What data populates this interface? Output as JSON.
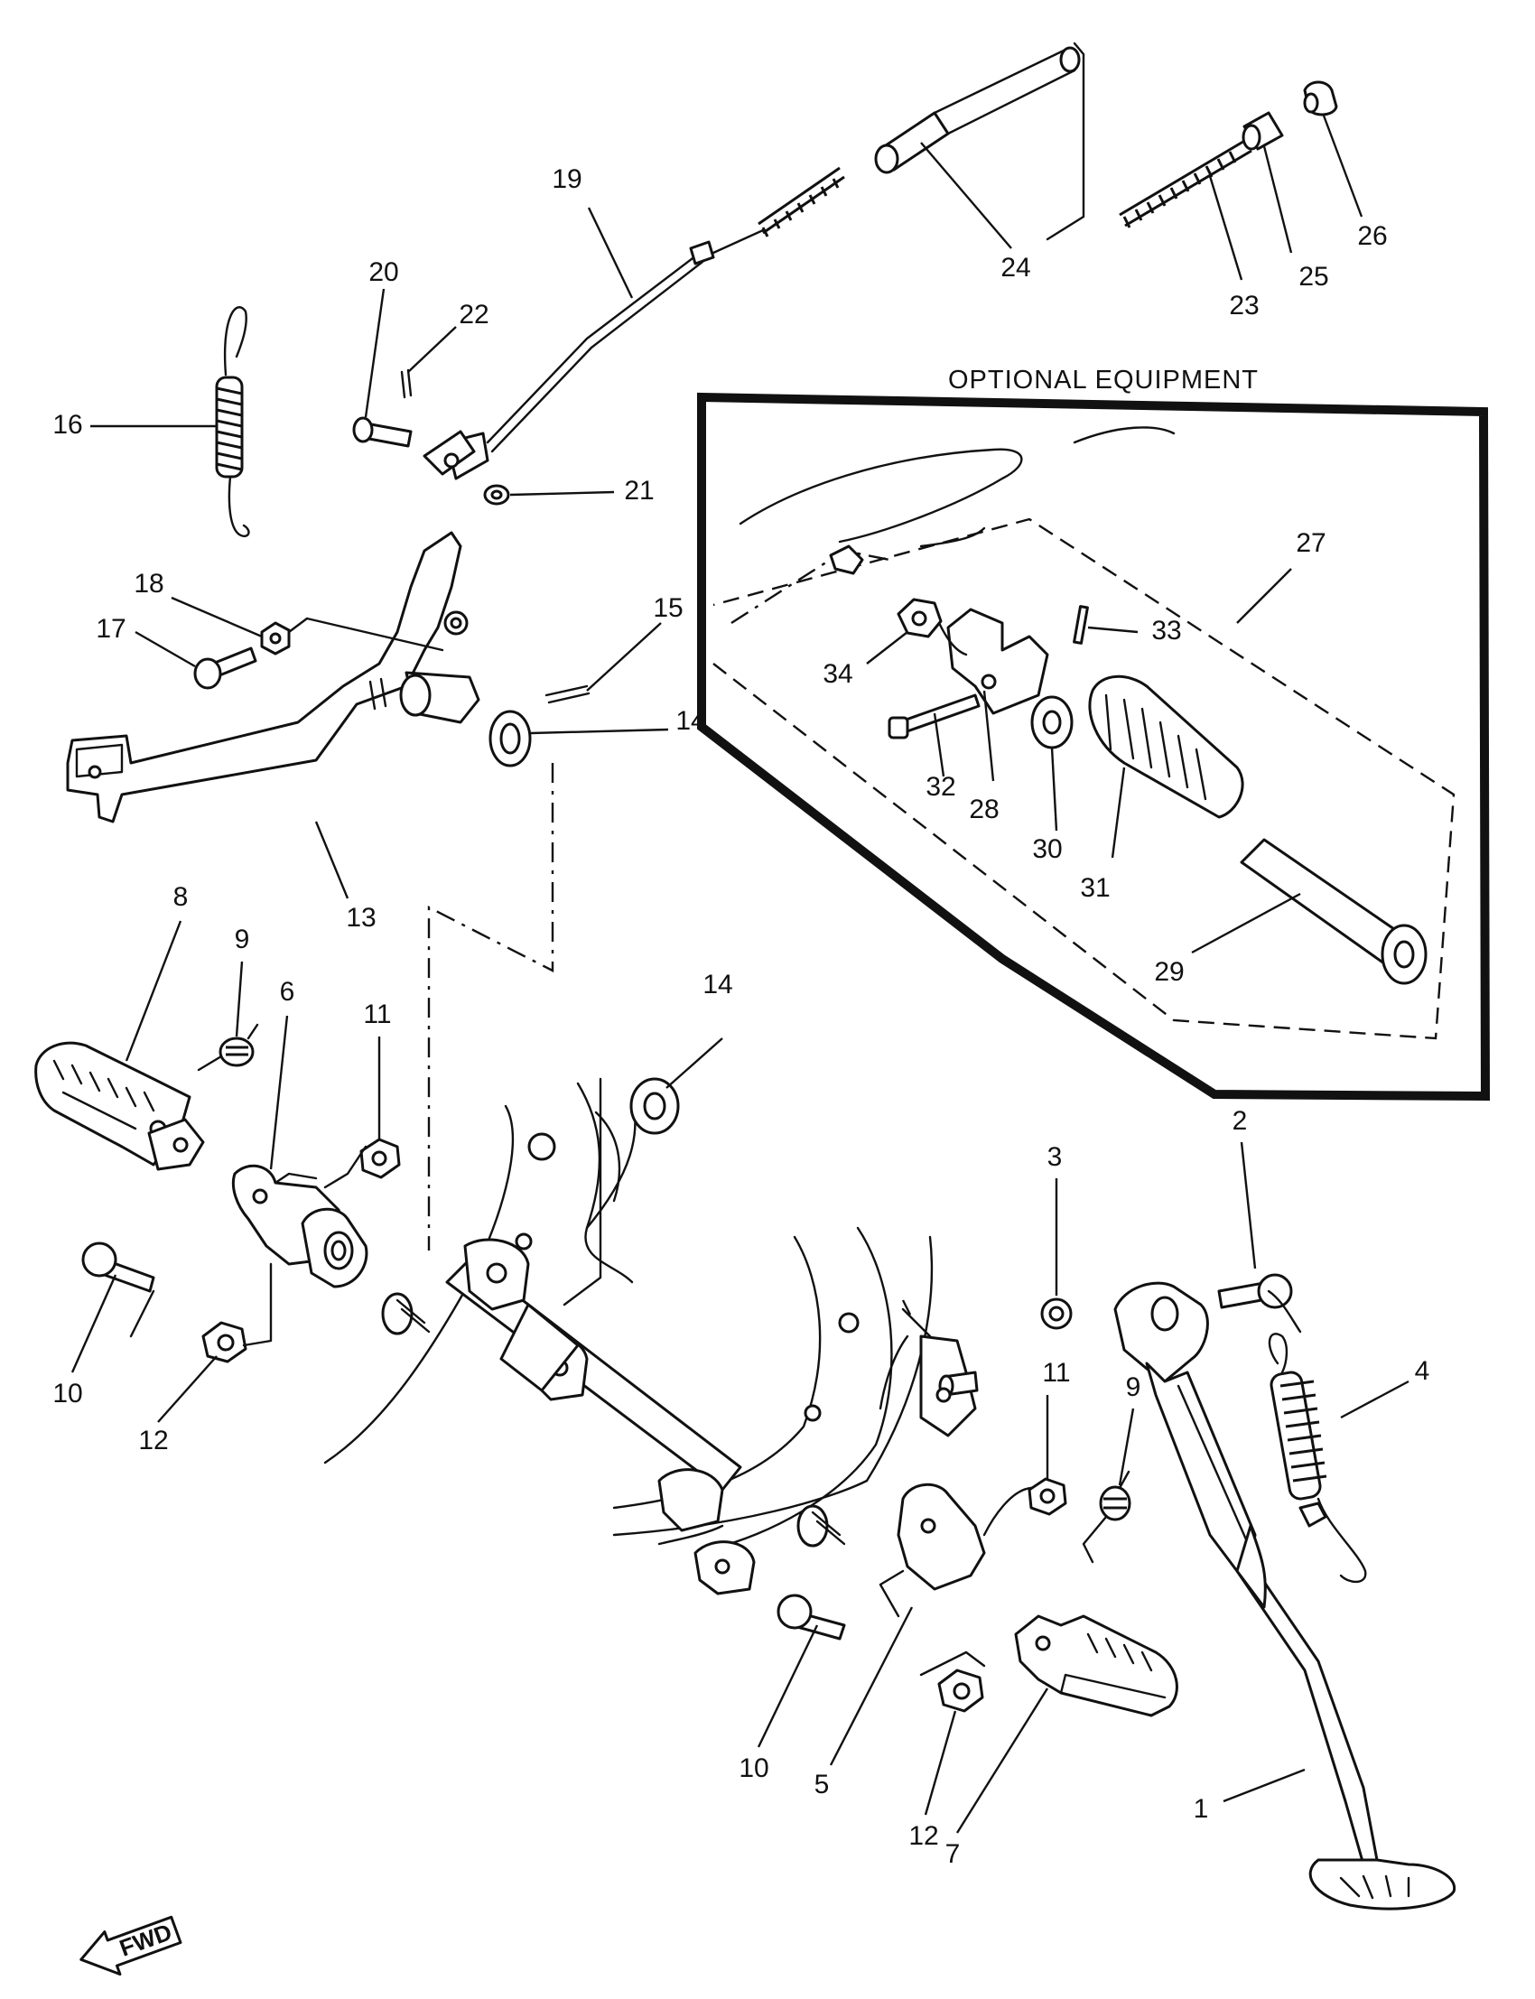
{
  "optional_box_title": "OPTIONAL EQUIPMENT",
  "fwd_label": "FWD",
  "callouts": {
    "c1": "1",
    "c2": "2",
    "c3": "3",
    "c4": "4",
    "c5": "5",
    "c6": "6",
    "c7": "7",
    "c8": "8",
    "c9a": "9",
    "c9b": "9",
    "c10a": "10",
    "c10b": "10",
    "c11a": "11",
    "c11b": "11",
    "c12a": "12",
    "c12b": "12",
    "c13": "13",
    "c14a": "14",
    "c14b": "14",
    "c15": "15",
    "c16": "16",
    "c17": "17",
    "c18": "18",
    "c19": "19",
    "c20": "20",
    "c21": "21",
    "c22": "22",
    "c23": "23",
    "c24": "24",
    "c25": "25",
    "c26": "26",
    "c27": "27",
    "c28": "28",
    "c29": "29",
    "c30": "30",
    "c31": "31",
    "c32": "32",
    "c33": "33",
    "c34": "34"
  }
}
